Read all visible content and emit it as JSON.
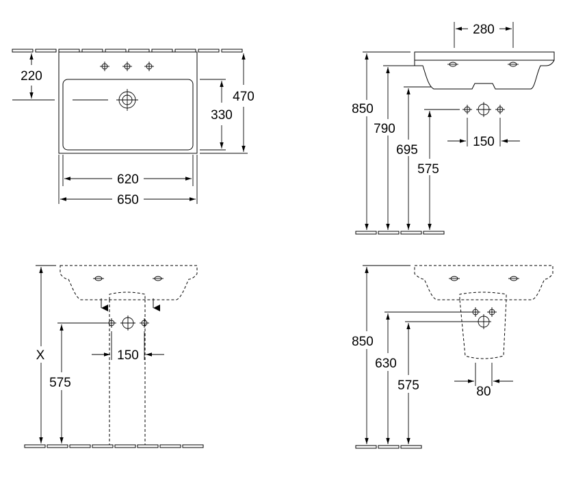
{
  "plan_view": {
    "dim_depth_to_taps": "220",
    "dim_bowl_depth": "330",
    "dim_total_depth": "470",
    "dim_bowl_width": "620",
    "dim_total_width": "650"
  },
  "side_view_wall": {
    "dim_rim_height": "850",
    "dim_underside_height": "790",
    "dim_trap_height": "695",
    "dim_waste_height": "575",
    "dim_fixing_spacing": "280",
    "dim_supply_spacing": "150"
  },
  "front_view_pedestal": {
    "dim_variable_height": "X",
    "dim_waste_height": "575",
    "dim_supply_spacing": "150"
  },
  "front_view_semi_pedestal": {
    "dim_rim_height": "850",
    "dim_supply_height": "630",
    "dim_waste_height": "575",
    "dim_supply_spacing": "80"
  }
}
